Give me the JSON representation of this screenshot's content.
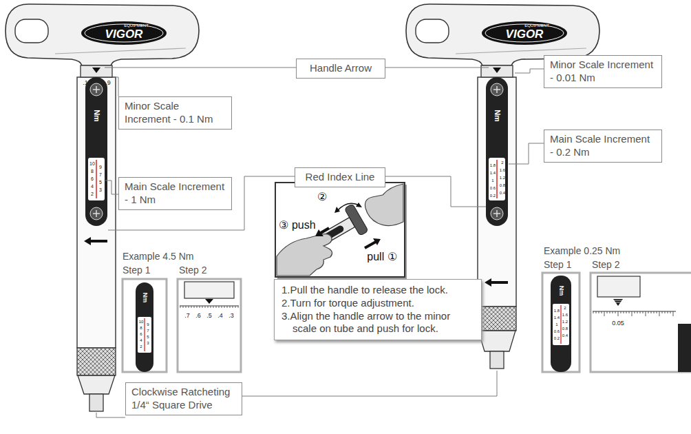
{
  "diagram": {
    "nodes": [
      {
        "text": [
          "Handle Arrow"
        ]
      },
      {
        "text": [
          "Minor Scale Increment - 0.1 Nm"
        ]
      },
      {
        "text": [
          "Minor Scale Increment - 0.01 Nm"
        ]
      },
      {
        "text": [
          "Red Index Line"
        ]
      },
      {
        "text": [
          "Main Scale Increment - 1 Nm"
        ]
      },
      {
        "text": [
          "Main Scale Increment - 0.2 Nm"
        ]
      },
      {
        "text": [
          "1.Pull the handle to release the lock.",
          "2.Turn for torque adjustment.",
          "3.Align the handle arrow to the minor scale on tube and push for lock."
        ]
      },
      {
        "text": [
          "Clockwise Ratcheting 1/4“ Square Drive"
        ]
      }
    ],
    "labels": [
      "VIGOR",
      "EQUIPMENT",
      "VIGOR",
      "EQUIPMENT",
      ".1",
      ".9",
      "Nm",
      "10",
      "8",
      "6",
      "4",
      "2",
      "9",
      "7",
      "5",
      "3",
      "Nm",
      "1.8",
      "1.4",
      "1",
      "0.6",
      "0.2",
      "2",
      "1.6",
      "1.2",
      "0.8",
      "0.4",
      "Example 4.5 Nm",
      "Step 1",
      "Step 2",
      "Nm",
      "10",
      "8",
      "6",
      "4",
      "2",
      "9",
      "7",
      "5",
      "3",
      ".7",
      ".6",
      ".5",
      ".4",
      ".3",
      "Example 0.25 Nm",
      "Step 1",
      "Step 2",
      "Nm",
      "1.8",
      "1.4",
      "1",
      "0.6",
      "0.2",
      "2",
      "1.6",
      "1.2",
      "0.8",
      "0.4",
      "0.05",
      "②",
      "③ push",
      "pull ①"
    ]
  }
}
